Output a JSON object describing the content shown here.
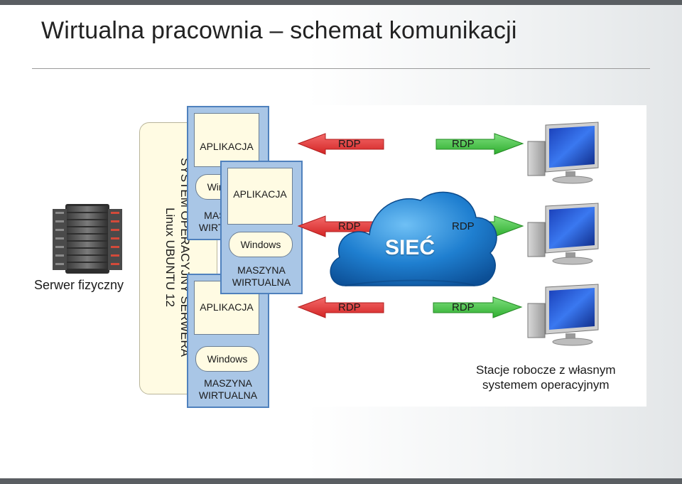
{
  "slide": {
    "title": "Wirtualna pracownia – schemat komunikacji"
  },
  "diagram": {
    "server_label": "Serwer fizyczny",
    "os_line1": "SYSTEM OPERACYJNY SERWERA",
    "os_line2": "Linux UBUNTU 12",
    "vms": [
      {
        "app": "APLIKACJA",
        "os": "Windows",
        "label1": "MASZYNA",
        "label2": "WIRTUALNA"
      },
      {
        "app": "APLIKACJA",
        "os": "Windows",
        "label1": "MASZYNA",
        "label2": "WIRTUALNA"
      },
      {
        "app": "APLIKACJA",
        "os": "Windows",
        "label1": "MASZYNA",
        "label2": "WIRTUALNA"
      }
    ],
    "network_label": "SIEĆ",
    "protocol": "RDP",
    "workstations_line1": "Stacje robocze z własnym",
    "workstations_line2": "systemem operacyjnym",
    "colors": {
      "vm_fill": "#a9c6e6",
      "vm_border": "#4f81bd",
      "box_fill": "#fffbe3",
      "left_arrow": "#e8393a",
      "right_arrow": "#3cbf3c",
      "cloud": "#1f7fd0"
    },
    "icons": [
      "server-rack-icon",
      "cloud-icon",
      "monitor-icon"
    ]
  }
}
